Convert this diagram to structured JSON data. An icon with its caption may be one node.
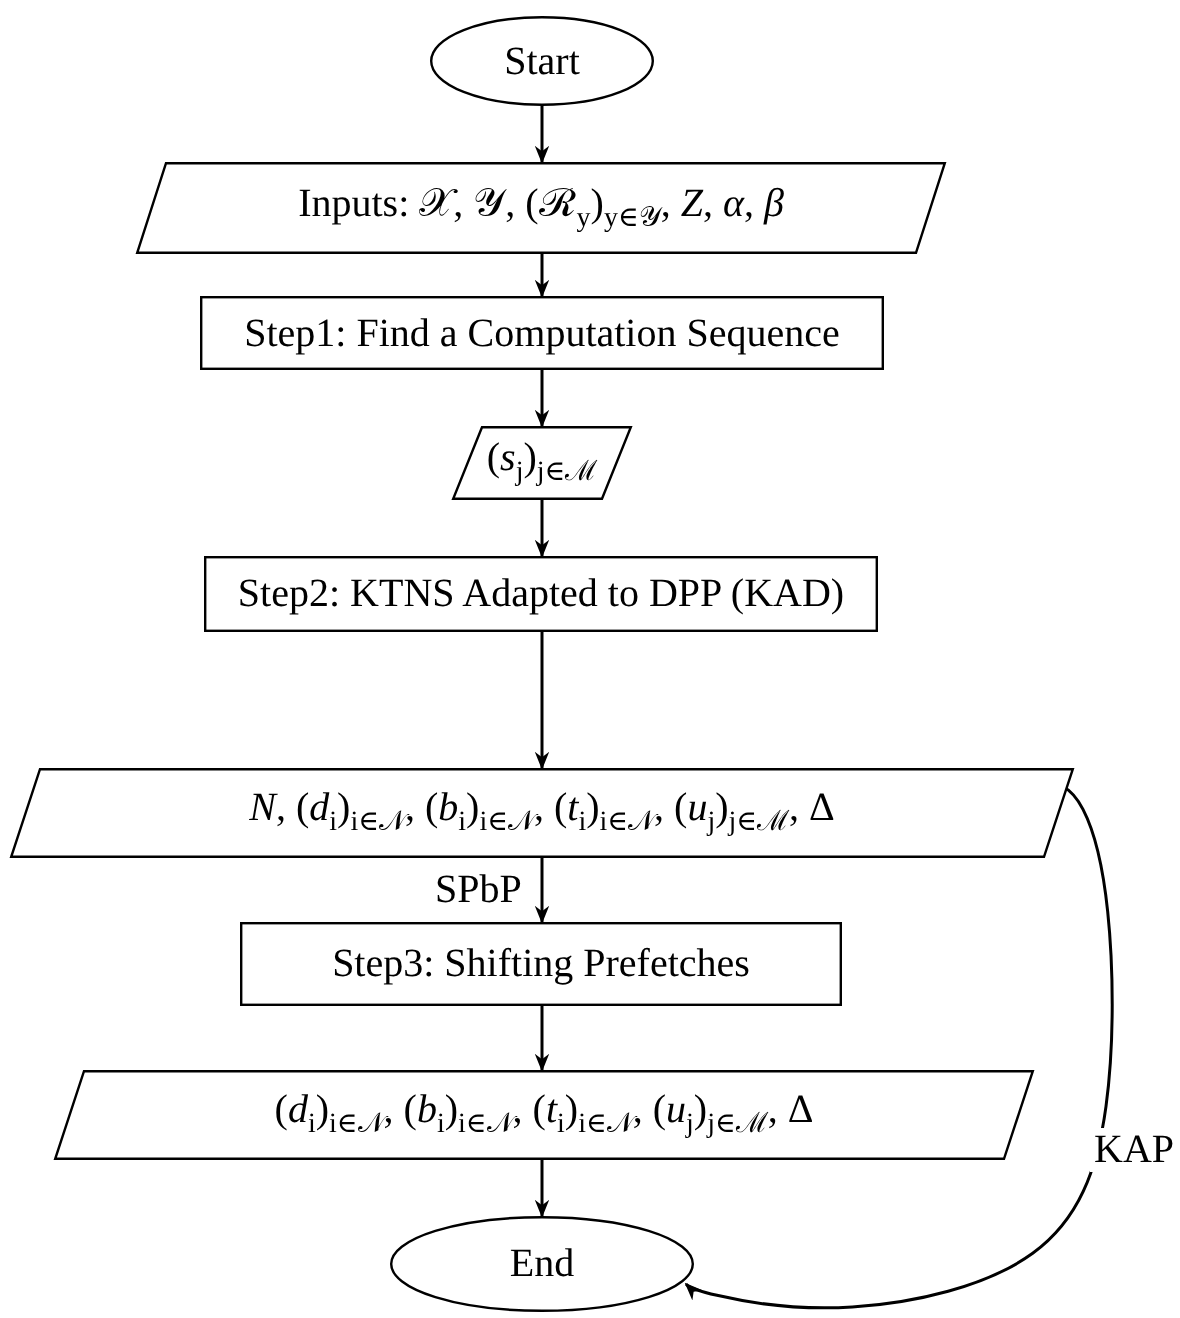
{
  "diagram": {
    "nodes": [
      {
        "text": [
          "Start"
        ]
      },
      {
        "text": [
          "Inputs: 𝒳, 𝒴, (ℛ$_{y}$)$_{y∈𝒴}$, *Z*, *α*, *β*"
        ]
      },
      {
        "text": [
          "Step1: Find a Computation Sequence"
        ]
      },
      {
        "text": [
          "(*s*$_{j}$)$_{j∈ℳ}$"
        ]
      },
      {
        "text": [
          "Step2: KTNS Adapted to DPP (KAD)"
        ]
      },
      {
        "text": [
          "*N*, (*d*$_{i}$)$_{i∈𝒩}$, (*b*$_{i}$)$_{i∈𝒩}$, (*t*$_{i}$)$_{i∈𝒩}$, (*u*$_{j}$)$_{j∈ℳ}$, Δ"
        ]
      },
      {
        "text": [
          "Step3: Shifting Prefetches"
        ]
      },
      {
        "text": [
          "(*d*$_{i}$)$_{i∈𝒩}$, (*b*$_{i}$)$_{i∈𝒩}$, (*t*$_{i}$)$_{i∈𝒩}$, (*u*$_{j}$)$_{j∈ℳ}$, Δ"
        ]
      },
      {
        "text": [
          "End"
        ]
      }
    ],
    "edges": [
      {
        "from": 0,
        "to": 1,
        "arrow": "to"
      },
      {
        "from": 1,
        "to": 2,
        "arrow": "to"
      },
      {
        "from": 2,
        "to": 3,
        "arrow": "to"
      },
      {
        "from": 3,
        "to": 4,
        "arrow": "to"
      },
      {
        "from": 4,
        "to": 5,
        "arrow": "to"
      },
      {
        "from": 5,
        "to": 6,
        "arrow": "to",
        "label": "SPbP"
      },
      {
        "from": 6,
        "to": 7,
        "arrow": "to"
      },
      {
        "from": 7,
        "to": 8,
        "arrow": "to"
      },
      {
        "from": 5,
        "to": 8,
        "arrow": "to",
        "label": "KAP"
      }
    ]
  }
}
